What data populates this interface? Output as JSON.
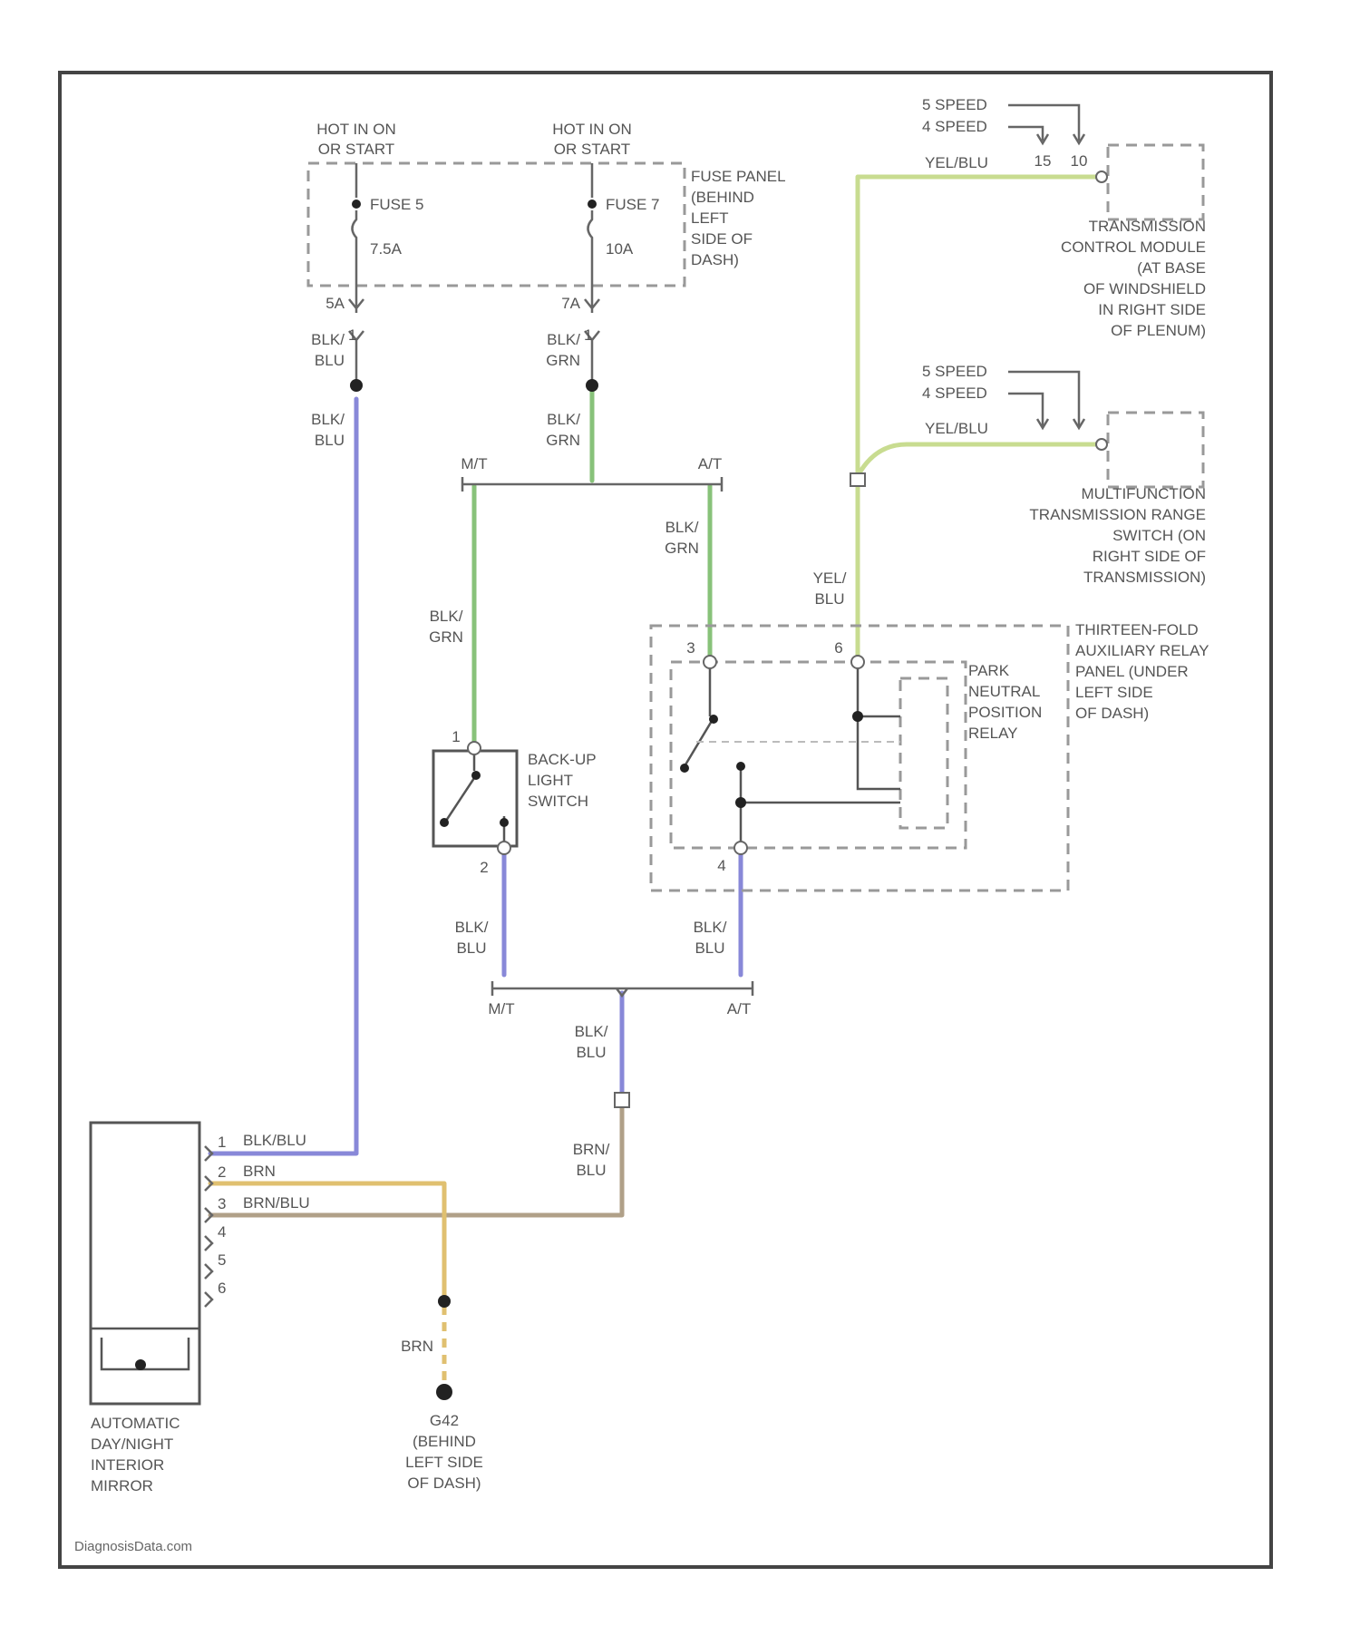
{
  "colors": {
    "blu_wire": "#8888d8",
    "grn_wire": "#88c27a",
    "yel_wire": "#c8dc90",
    "brn_wire": "#e0c070",
    "brnblu_wire": "#b0a088"
  },
  "power": {
    "hot1": [
      "HOT IN ON",
      "OR START"
    ],
    "hot2": [
      "HOT IN ON",
      "OR START"
    ],
    "fuse5": "FUSE 5",
    "fuse5_rating": "7.5A",
    "fuse7": "FUSE 7",
    "fuse7_rating": "10A",
    "fuse_panel": [
      "FUSE PANEL",
      "(BEHIND",
      "LEFT",
      "SIDE OF",
      "DASH)"
    ],
    "pin_5a": "5A",
    "pin_7a": "7A",
    "pin_1a": "1",
    "pin_1b": "1"
  },
  "wires": {
    "blkblu": [
      "BLK/",
      "BLU"
    ],
    "blkgrn": [
      "BLK/",
      "GRN"
    ],
    "yelblu_v": [
      "YEL/",
      "BLU"
    ],
    "brnblu_v": [
      "BRN/",
      "BLU"
    ],
    "yelblu_h": "YEL/BLU",
    "brn": "BRN",
    "mt": "M/T",
    "at": "A/T"
  },
  "tcm": {
    "speed5": "5 SPEED",
    "speed4": "4 SPEED",
    "pin_a": "15",
    "pin_b": "10",
    "label": [
      "TRANSMISSION",
      "CONTROL MODULE",
      "(AT BASE",
      "OF WINDSHIELD",
      "IN RIGHT SIDE",
      "OF PLENUM)"
    ]
  },
  "range_switch": {
    "speed5": "5 SPEED",
    "speed4": "4 SPEED",
    "label": [
      "MULTIFUNCTION",
      "TRANSMISSION RANGE",
      "SWITCH (ON",
      "RIGHT SIDE OF",
      "TRANSMISSION)"
    ]
  },
  "relay_panel": [
    "THIRTEEN-FOLD",
    "AUXILIARY RELAY",
    "PANEL (UNDER",
    "LEFT SIDE",
    "OF DASH)"
  ],
  "pn_relay": [
    "PARK",
    "NEUTRAL",
    "POSITION",
    "RELAY"
  ],
  "relay_pins": {
    "p3": "3",
    "p6": "6",
    "p4": "4"
  },
  "backup_switch": {
    "label": [
      "BACK-UP",
      "LIGHT",
      "SWITCH"
    ],
    "pin1": "1",
    "pin2": "2"
  },
  "mirror": {
    "pins": [
      "1",
      "2",
      "3",
      "4",
      "5",
      "6"
    ],
    "pin_wires": [
      "BLK/BLU",
      "BRN",
      "BRN/BLU"
    ],
    "label": [
      "AUTOMATIC",
      "DAY/NIGHT",
      "INTERIOR",
      "MIRROR"
    ]
  },
  "ground": {
    "label": [
      "G42",
      "(BEHIND",
      "LEFT SIDE",
      "OF DASH)"
    ]
  },
  "credit": "DiagnosisData.com"
}
